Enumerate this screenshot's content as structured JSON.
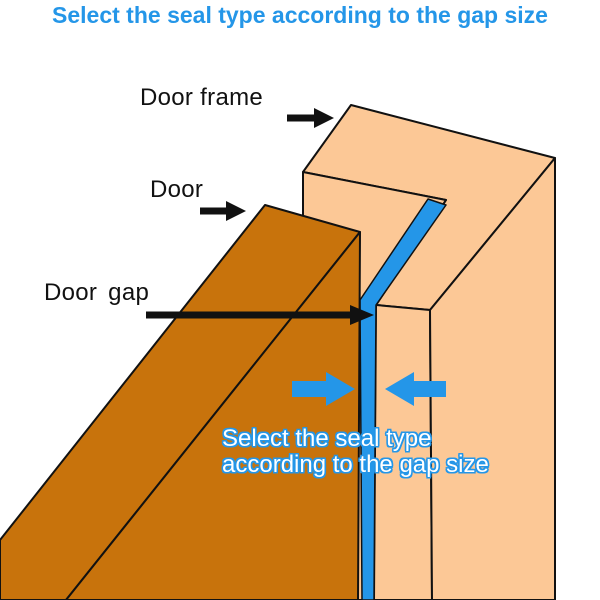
{
  "heading": "Select the seal type according to the gap size",
  "labels": {
    "door_frame": "Door frame",
    "door": "Door",
    "door_gap": "Door  gap"
  },
  "callout": {
    "line1": "Select the seal type",
    "line2": "according to the gap size"
  },
  "colors": {
    "accent_blue": "#2496e8",
    "door_brown": "#c8730c",
    "frame_peach": "#fcc896",
    "outline": "#111111"
  }
}
